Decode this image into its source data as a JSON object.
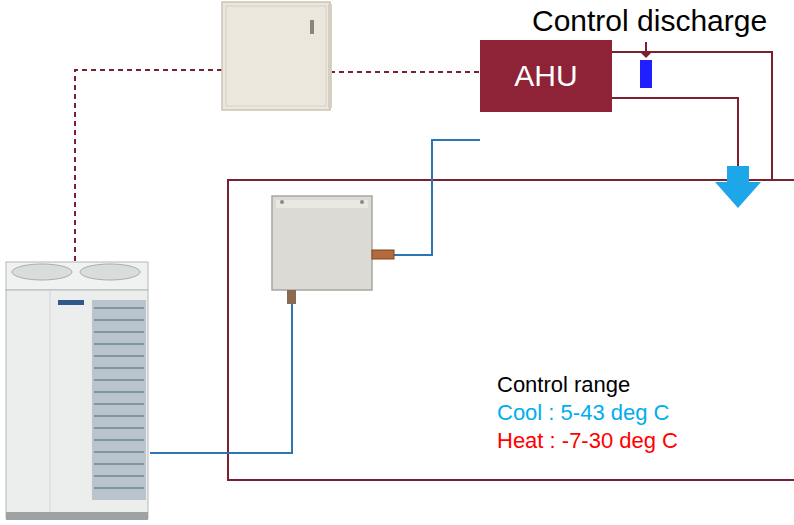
{
  "diagram": {
    "nodes": [
      {
        "text": [
          "AHU"
        ]
      }
    ],
    "labels": [
      "Control discharge",
      "Control range",
      "Cool : 5-43 deg C",
      "Heat : -7-30 deg C"
    ]
  }
}
